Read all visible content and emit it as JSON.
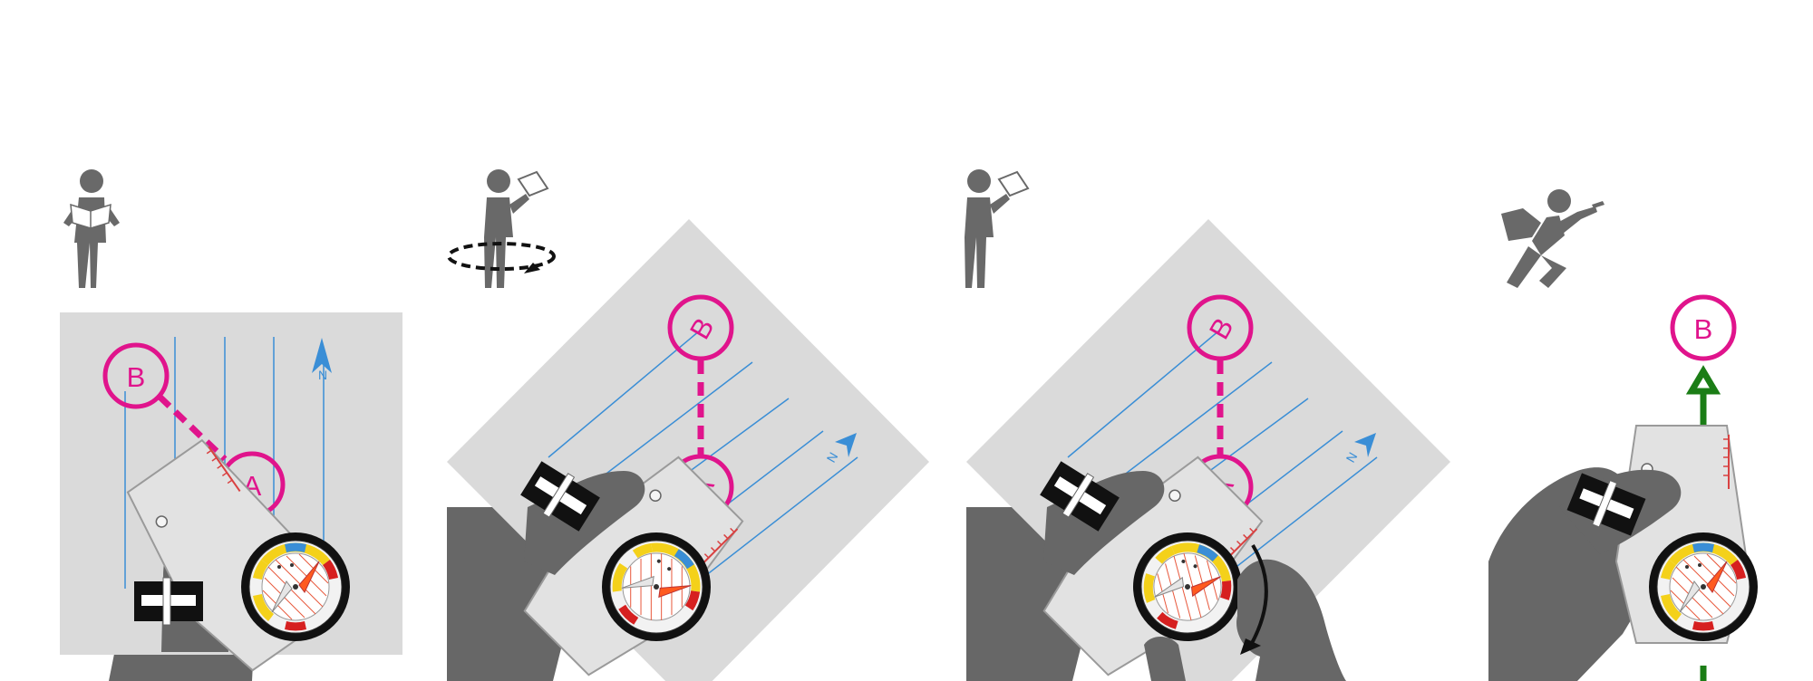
{
  "panels": [
    {
      "id": "1",
      "point_a": "A",
      "point_b": "B",
      "north": "N",
      "action": "read-map-standing"
    },
    {
      "id": "2",
      "point_a": "A",
      "point_b": "B",
      "north": "N",
      "action": "turn-around-with-map"
    },
    {
      "id": "3",
      "point_a": "A",
      "point_b": "B",
      "north": "N",
      "action": "turn-compass-housing"
    },
    {
      "id": "4",
      "point_a": "",
      "point_b": "B",
      "north": "",
      "action": "run-toward-target"
    }
  ],
  "colors": {
    "magenta": "#e0148c",
    "map_grey": "#dadada",
    "hand_grey": "#676767",
    "figure_grey": "#696969",
    "meridian_blue": "#3a8ed6",
    "path_green": "#1b7d16",
    "needle_orange": "#ff5a1f",
    "bezel_black": "#111111"
  },
  "icons": [
    "person-reading-icon",
    "person-rotating-icon",
    "person-holding-map-icon",
    "person-running-icon",
    "compass-icon",
    "hand-icon",
    "north-arrow-icon"
  ]
}
